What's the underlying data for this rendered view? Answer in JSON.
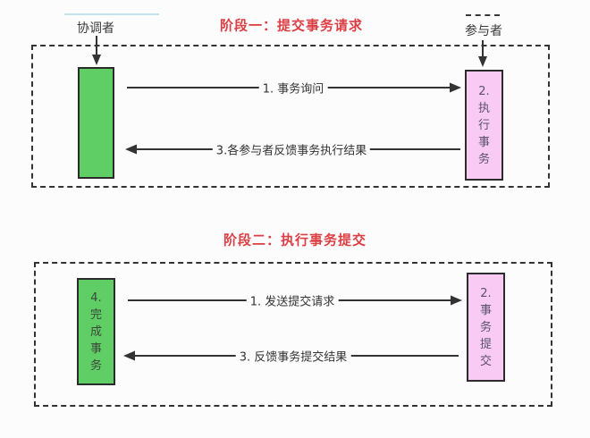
{
  "colors": {
    "title_red": "#DD3E44",
    "coordinator_green": "#5FCE64",
    "participant_pink": "#F9CAF3",
    "line_dark": "#333333",
    "highlight_teal": "#BFE4EA",
    "background": "#FCFCFC"
  },
  "actors": {
    "coordinator": "协调者",
    "participant": "参与者"
  },
  "phase1": {
    "title": "阶段一：提交事务请求",
    "arrow_right_label": "1. 事务询问",
    "arrow_left_label": "3.各参与者反馈事务执行结果",
    "participant_box_text": "2.\n执\n行\n事\n务"
  },
  "phase2": {
    "title": "阶段二：执行事务提交",
    "arrow_right_label": "1. 发送提交请求",
    "arrow_left_label": "3. 反馈事务提交结果",
    "coordinator_box_text": "4.\n完\n成\n事\n务",
    "participant_box_text": "2.\n事\n务\n提\n交"
  }
}
